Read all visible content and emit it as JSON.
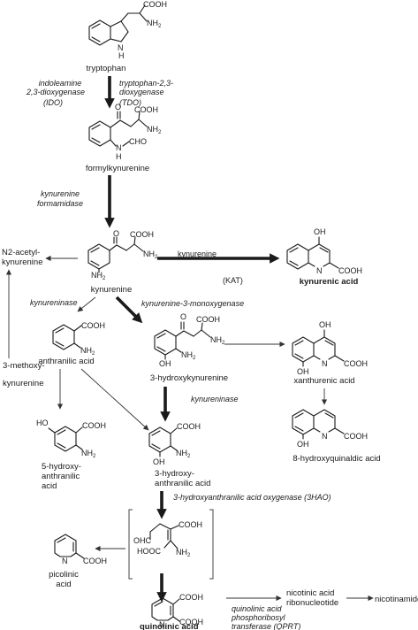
{
  "compounds": {
    "tryptophan": "tryptophan",
    "formylkynurenine": "formylkynurenine",
    "kynurenine": "kynurenine",
    "n2_acetyl_line1": "N2-acetyl-",
    "n2_acetyl_line2": "kynurenine",
    "kynurenic_acid": "kynurenic  acid",
    "anthranilic_acid": "anthranilic acid",
    "hydroxykynurenine": "3-hydroxykynurenine",
    "xanthurenic_acid": "xanthurenic acid",
    "methoxy_line1": "3-methoxy-",
    "methoxy_line2": "kynurenine",
    "hydroxyanthranilic5_line1": "5-hydroxy-",
    "hydroxyanthranilic5_line2": "anthranilic",
    "hydroxyanthranilic5_line3": "acid",
    "hydroxyanthranilic3_line1": "3-hydroxy-",
    "hydroxyanthranilic3_line2": "anthranilic acid",
    "hydroxyquinaldic": "8-hydroxyquinaldic acid",
    "picolinic_line1": "picolinic",
    "picolinic_line2": "acid",
    "quinolinic_acid": "quinolinic acid",
    "nicotinic_line1": "nicotinic acid",
    "nicotinic_line2": "ribonucleotide",
    "nicotinamide": "nicotinamide"
  },
  "enzymes": {
    "ido_line1": "indoleamine",
    "ido_line2": "2,3-dioxygenase",
    "ido_line3": "(IDO)",
    "tdo_line1": "tryptophan-2,3-",
    "tdo_line2": "dioxygenase",
    "tdo_line3": "(TDO)",
    "formamidase_line1": "kynurenine",
    "formamidase_line2": "formamidase",
    "kynureninase_1": "kynureninase",
    "kmo": "kynurenine-3-monoxygenase",
    "kynureninase_2": "kynureninase",
    "haao": "3-hydroxyanthranilic acid oxygenase (3HAO)",
    "qprt_line1": "quinolinic acid",
    "qprt_line2": "phosphoribosyl",
    "qprt_line3": "transferase (QPRT)"
  },
  "labels": {
    "kynurenine_arrow": "kynurenine",
    "kat": "(KAT)"
  },
  "atoms": {
    "cooh": "COOH",
    "nh2": "NH",
    "sub2": "2",
    "nh": "N",
    "h": "H",
    "o": "O",
    "oh": "OH",
    "ho": "HO",
    "cho": "CHO",
    "ohc": "OHC",
    "hooc": "HOOC",
    "n": "N"
  },
  "colors": {
    "ink": "#1a1a1a",
    "background": "#ffffff"
  }
}
